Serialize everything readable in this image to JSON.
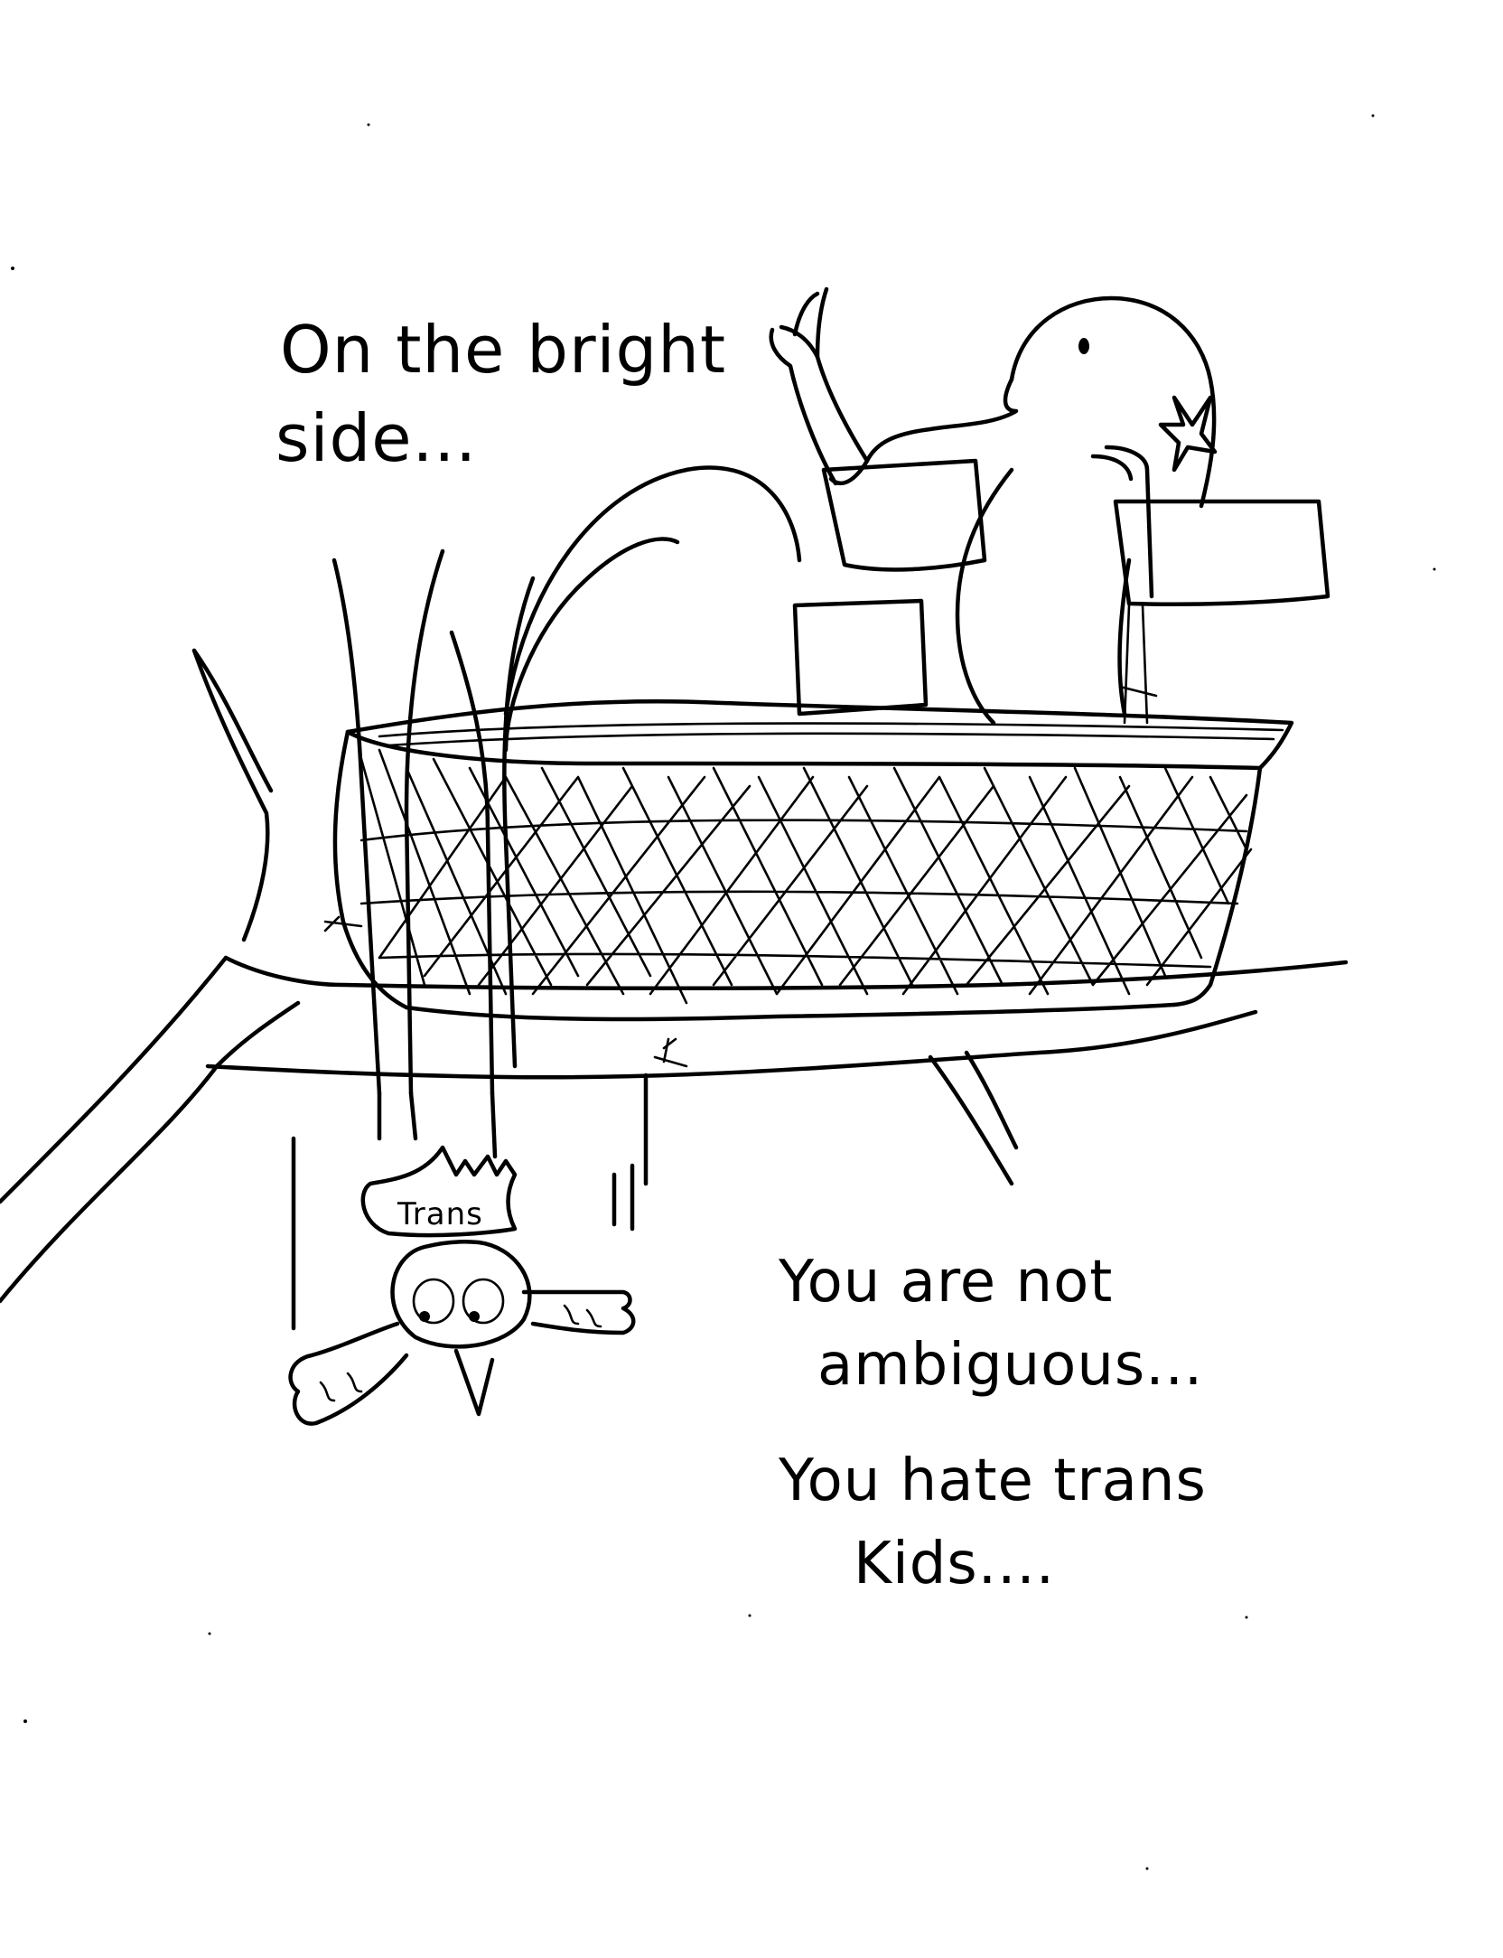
{
  "captions": {
    "top_line1": "On the bright",
    "top_line2": "side...",
    "right_line1": "You are not",
    "right_line2": "ambiguous...",
    "right_line3": "You hate trans",
    "right_line4": "Kids...."
  },
  "small_bird_label": "Trans",
  "ink_color": "#000000",
  "paper_color": "#ffffff"
}
